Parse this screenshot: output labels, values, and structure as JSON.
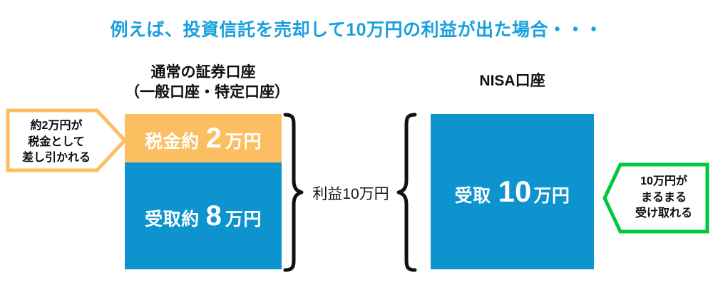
{
  "title": "例えば、投資信託を売却して10万円の利益が出た場合・・・",
  "colors": {
    "title_blue": "#19a0dc",
    "bar_blue": "#0d94ce",
    "tax_orange": "#fbbf62",
    "callout_green": "#00c83c",
    "text_black": "#101010"
  },
  "columns": {
    "regular": {
      "heading_line1": "通常の証券口座",
      "heading_line2": "（一般口座・特定口座）",
      "tax_segment": {
        "label": "税金約",
        "number": "2",
        "unit": "万円"
      },
      "net_segment": {
        "label": "受取約",
        "number": "8",
        "unit": "万円"
      }
    },
    "nisa": {
      "heading": "NISA口座",
      "amount": {
        "label": "受取",
        "number": "10",
        "unit": "万円"
      }
    }
  },
  "center": {
    "profit_label": "利益10万円"
  },
  "callouts": {
    "left": {
      "line1": "約2万円が",
      "line2": "税金として",
      "line3": "差し引かれる"
    },
    "right": {
      "line1": "10万円が",
      "line2": "まるまる",
      "line3": "受け取れる"
    }
  }
}
